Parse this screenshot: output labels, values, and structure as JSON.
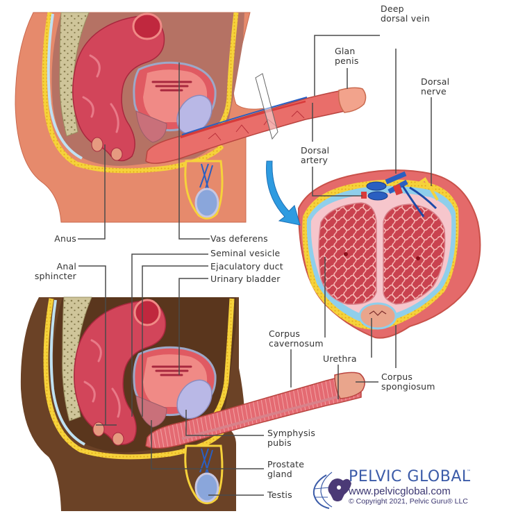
{
  "diagram": {
    "subject": "Male pelvic anatomy — sagittal sections and penile cross-section",
    "colors": {
      "skin_top": "#e68a6c",
      "skin_bottom": "#6b4226",
      "cavity_top": "#b57264",
      "cavity_bottom": "#5a361d",
      "intestine": "#d2455a",
      "fat": "#f6d23b",
      "bladder": "#f08a86",
      "seminal_vesicle": "#b9b8e6",
      "vein": "#2a5fc1",
      "artery": "#d93a3a",
      "arrow": "#2e9be0",
      "leader_line": "#4a4a4a",
      "label_text": "#333333",
      "brand_blue": "#3b5ba8",
      "brand_purple": "#4b3a76"
    },
    "labels": {
      "deep_dorsal_vein": [
        "Deep",
        "dorsal vein"
      ],
      "glan_penis": [
        "Glan",
        "penis"
      ],
      "dorsal_nerve": [
        "Dorsal",
        "nerve"
      ],
      "dorsal_artery": [
        "Dorsal",
        "artery"
      ],
      "anus": "Anus",
      "vas_deferens": "Vas deferens",
      "seminal_vesicle": "Seminal vesicle",
      "anal_sphincter": [
        "Anal",
        "sphincter"
      ],
      "ejaculatory_duct": "Ejaculatory duct",
      "urinary_bladder": "Urinary bladder",
      "corpus_cavernosum": [
        "Corpus",
        "cavernosum"
      ],
      "urethra": "Urethra",
      "corpus_spongiosum": [
        "Corpus",
        "spongiosum"
      ],
      "symphysis_pubis": [
        "Symphysis",
        "pubis"
      ],
      "prostate_gland": [
        "Prostate",
        "gland"
      ],
      "testis": "Testis"
    },
    "logo": {
      "title": "PELVIC GLOBAL",
      "trademark": "™",
      "url": "www.pelvicglobal.com",
      "copyright": "© Copyright 2021, Pelvic Guru® LLC",
      "icon": "globe-pelvis-icon"
    }
  }
}
